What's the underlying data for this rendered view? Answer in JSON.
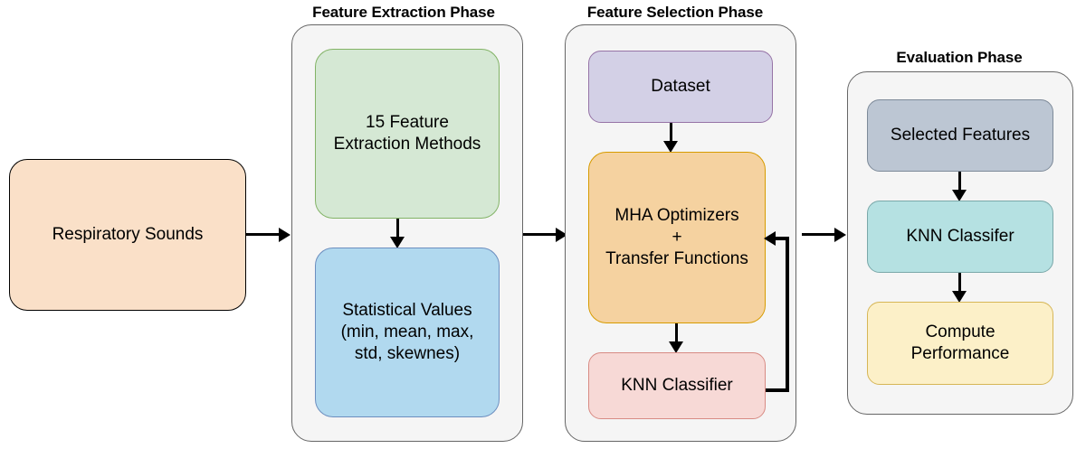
{
  "diagram": {
    "title_source": "Respiratory sound classification pipeline",
    "background": "#ffffff",
    "phase_container": {
      "fill": "#f5f5f5",
      "stroke": "#666666"
    },
    "connector_color": "#000000"
  },
  "input": {
    "label": "Respiratory Sounds",
    "fill": "#fae0c8",
    "stroke": "#000000"
  },
  "phases": [
    {
      "id": "feature-extraction",
      "title": "Feature Extraction Phase",
      "nodes": [
        {
          "id": "feature-extraction-methods",
          "lines": [
            "15 Feature",
            "Extraction Methods"
          ],
          "fill": "#d5e8d4",
          "stroke": "#82b366"
        },
        {
          "id": "statistical-values",
          "lines": [
            "Statistical Values",
            "(min, mean, max,",
            "std, skewnes)"
          ],
          "fill": "#b1d9ef",
          "stroke": "#6c8ebf"
        }
      ]
    },
    {
      "id": "feature-selection",
      "title": "Feature Selection Phase",
      "nodes": [
        {
          "id": "dataset",
          "lines": [
            "Dataset"
          ],
          "fill": "#d3d0e6",
          "stroke": "#9673a6"
        },
        {
          "id": "mha-optimizers",
          "lines": [
            "MHA Optimizers",
            "+",
            "Transfer Functions"
          ],
          "fill": "#f5d2a0",
          "stroke": "#d6a councillor"
        },
        {
          "id": "knn-classifier-selection",
          "lines": [
            "KNN Classifier"
          ],
          "fill": "#f7d9d6",
          "stroke": "#d88b84"
        }
      ]
    },
    {
      "id": "evaluation",
      "title": "Evaluation Phase",
      "nodes": [
        {
          "id": "selected-features",
          "lines": [
            "Selected Features"
          ],
          "fill": "#bcc6d3",
          "stroke": "#7d8a99"
        },
        {
          "id": "knn-classifer-evaluation",
          "lines": [
            "KNN Classifer"
          ],
          "fill": "#b5e1e2",
          "stroke": "#7aa8a9"
        },
        {
          "id": "compute-performance",
          "lines": [
            "Compute",
            "Performance"
          ],
          "fill": "#fcf0c8",
          "stroke": "#d6b656"
        }
      ]
    }
  ],
  "connectors": [
    {
      "id": "input-to-extraction",
      "type": "arrow-right"
    },
    {
      "id": "methods-to-statistics",
      "type": "arrow-down"
    },
    {
      "id": "extraction-to-selection",
      "type": "arrow-right"
    },
    {
      "id": "dataset-to-mha",
      "type": "arrow-down"
    },
    {
      "id": "mha-to-knn",
      "type": "arrow-down"
    },
    {
      "id": "knn-feedback-to-mha",
      "type": "loop-arrow-left"
    },
    {
      "id": "selection-to-evaluation",
      "type": "arrow-right"
    },
    {
      "id": "features-to-knn",
      "type": "arrow-down"
    },
    {
      "id": "knn-to-performance",
      "type": "arrow-down"
    }
  ]
}
